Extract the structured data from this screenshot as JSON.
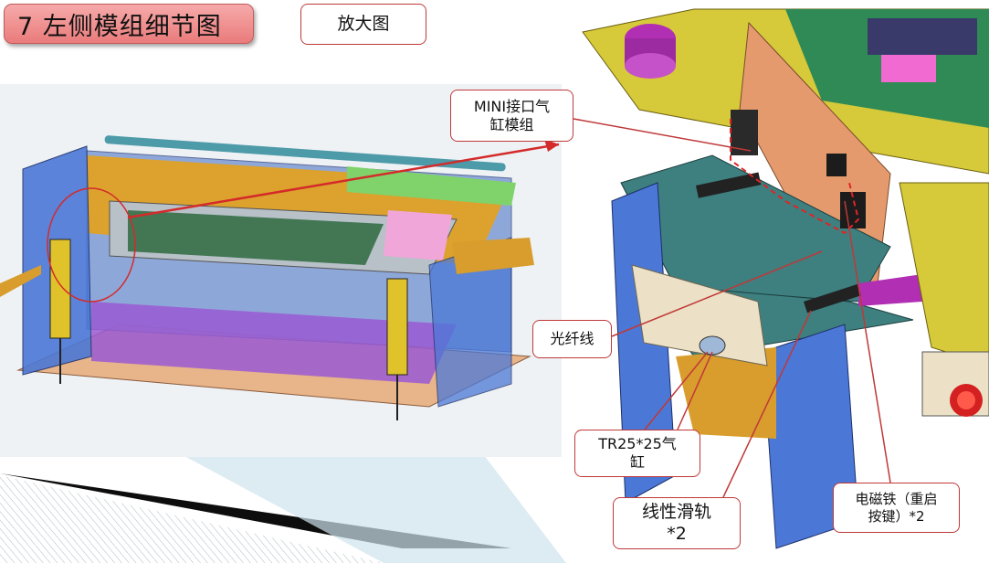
{
  "title": "7 左侧模组细节图",
  "zoom_label": "放大图",
  "callouts": {
    "mini_cylinder": [
      "MINI接口气",
      "缸模组"
    ],
    "fiber": [
      "光纤线"
    ],
    "cylinder": [
      "TR25*25气",
      "缸"
    ],
    "rail": [
      "线性滑轨",
      "*2"
    ],
    "magnet": [
      "电磁铁（重启",
      "按键）*2"
    ]
  },
  "colors": {
    "callout_border": "#c03838",
    "arrow": "#d42a2a",
    "title_fill": "#ef8e8e"
  }
}
